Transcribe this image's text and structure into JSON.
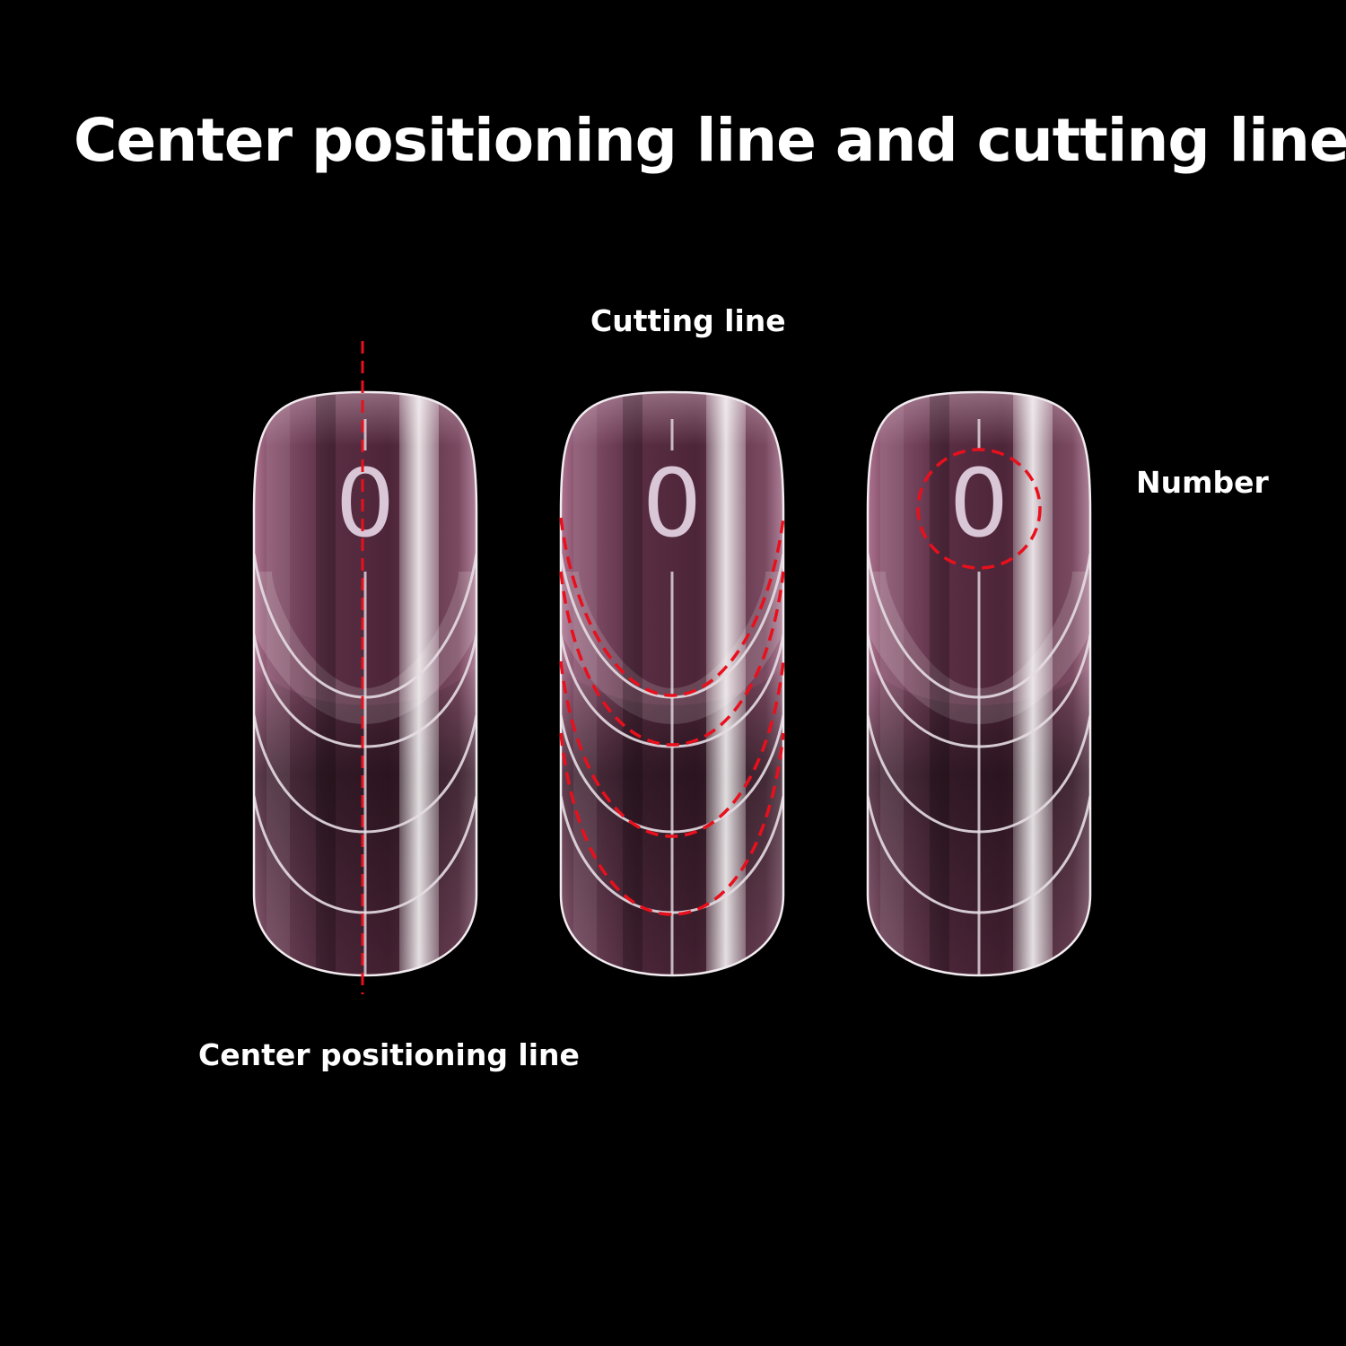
{
  "title": "Center positioning line and cutting line",
  "labels": {
    "cutting_line": "Cutting line",
    "number": "Number",
    "center_positioning_line": "Center positioning line"
  },
  "nails": [
    {
      "number": "0",
      "highlight": "center-positioning-line"
    },
    {
      "number": "0",
      "highlight": "cutting-lines"
    },
    {
      "number": "0",
      "highlight": "number"
    }
  ],
  "colors": {
    "background": "#000000",
    "nail_fill": "#7a4a60",
    "guide_line": "#e0d8de",
    "annotation": "#e8101c",
    "text": "#ffffff"
  }
}
